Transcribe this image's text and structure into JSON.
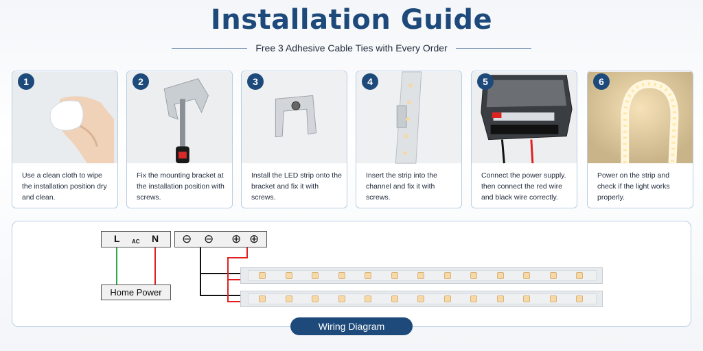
{
  "header": {
    "title": "Installation Guide",
    "subtitle": "Free 3 Adhesive Cable Ties with Every Order"
  },
  "steps": [
    {
      "number": "1",
      "text": "Use a clean cloth to wipe the installation position dry and clean."
    },
    {
      "number": "2",
      "text": "Fix the mounting bracket at the installation position with screws."
    },
    {
      "number": "3",
      "text": "Install the LED strip onto the bracket and fix it with screws."
    },
    {
      "number": "4",
      "text": "Insert the strip into the channel and fix it with screws."
    },
    {
      "number": "5",
      "text": "Connect the power supply. then connect the red wire and black wire correctly."
    },
    {
      "number": "6",
      "text": "Power on the strip and check if the light works properly."
    }
  ],
  "wiring": {
    "badge": "Wiring Diagram",
    "ac_terminal": {
      "l": "L",
      "ac": "AC",
      "n": "N"
    },
    "dc_terminal": {
      "neg1": "⊖",
      "neg2": "⊖",
      "pos1": "⊕",
      "pos2": "⊕"
    },
    "home_power": "Home Power"
  },
  "colors": {
    "accent": "#1d4a7a",
    "border": "#b9cde3",
    "wire_red": "#e02020",
    "wire_black": "#111111",
    "wire_green": "#2aa84a",
    "led": "#f7d9a8"
  }
}
